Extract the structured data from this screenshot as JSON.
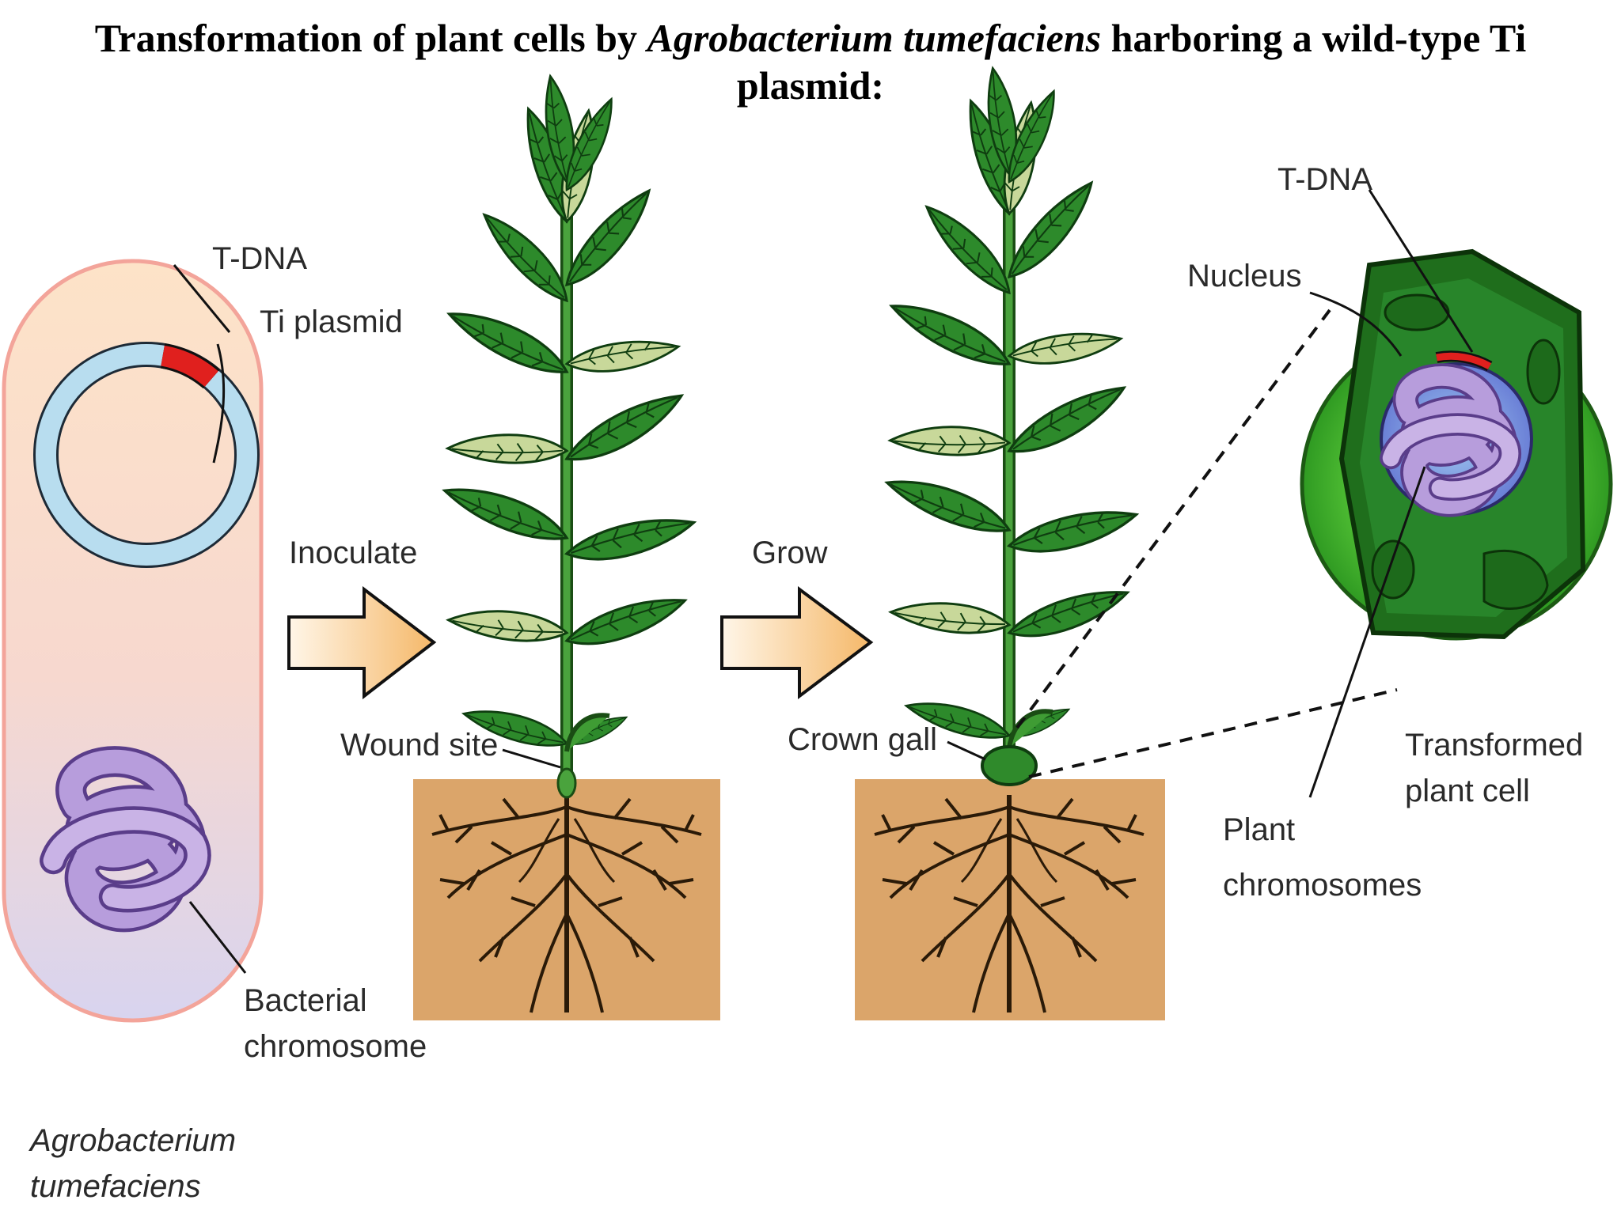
{
  "title": {
    "part1": "Transformation of plant cells by ",
    "italic": "Agrobacterium tumefaciens",
    "part2": " harboring   a wild-type Ti plasmid:"
  },
  "labels": {
    "tdna_left": "T-DNA",
    "ti_plasmid": "Ti plasmid",
    "bacterial_chromosome_1": "Bacterial",
    "bacterial_chromosome_2": "chromosome",
    "organism_1": "Agrobacterium",
    "organism_2": "tumefaciens",
    "inoculate": "Inoculate",
    "grow": "Grow",
    "wound_site": "Wound site",
    "crown_gall": "Crown gall",
    "tdna_right": "T-DNA",
    "nucleus": "Nucleus",
    "transformed_1": "Transformed",
    "transformed_2": "plant cell",
    "plant_chromosomes_1": "Plant",
    "plant_chromosomes_2": "chromosomes"
  },
  "colors": {
    "bacterium_fill_top": "#fde3c8",
    "bacterium_fill_bottom": "#d9d4ee",
    "bacterium_outline": "#f4a9a0",
    "plasmid": "#b7dcef",
    "tdna": "#e0201e",
    "chromosome": "#a98fd0",
    "arrow_fill": "#f7c27a",
    "soil": "#dba56a",
    "plant_green": "#2f8a2b",
    "cell_outer": "#5cc23c",
    "cell_inner": "#1f7a1f",
    "nucleus": "#6f84d6"
  }
}
